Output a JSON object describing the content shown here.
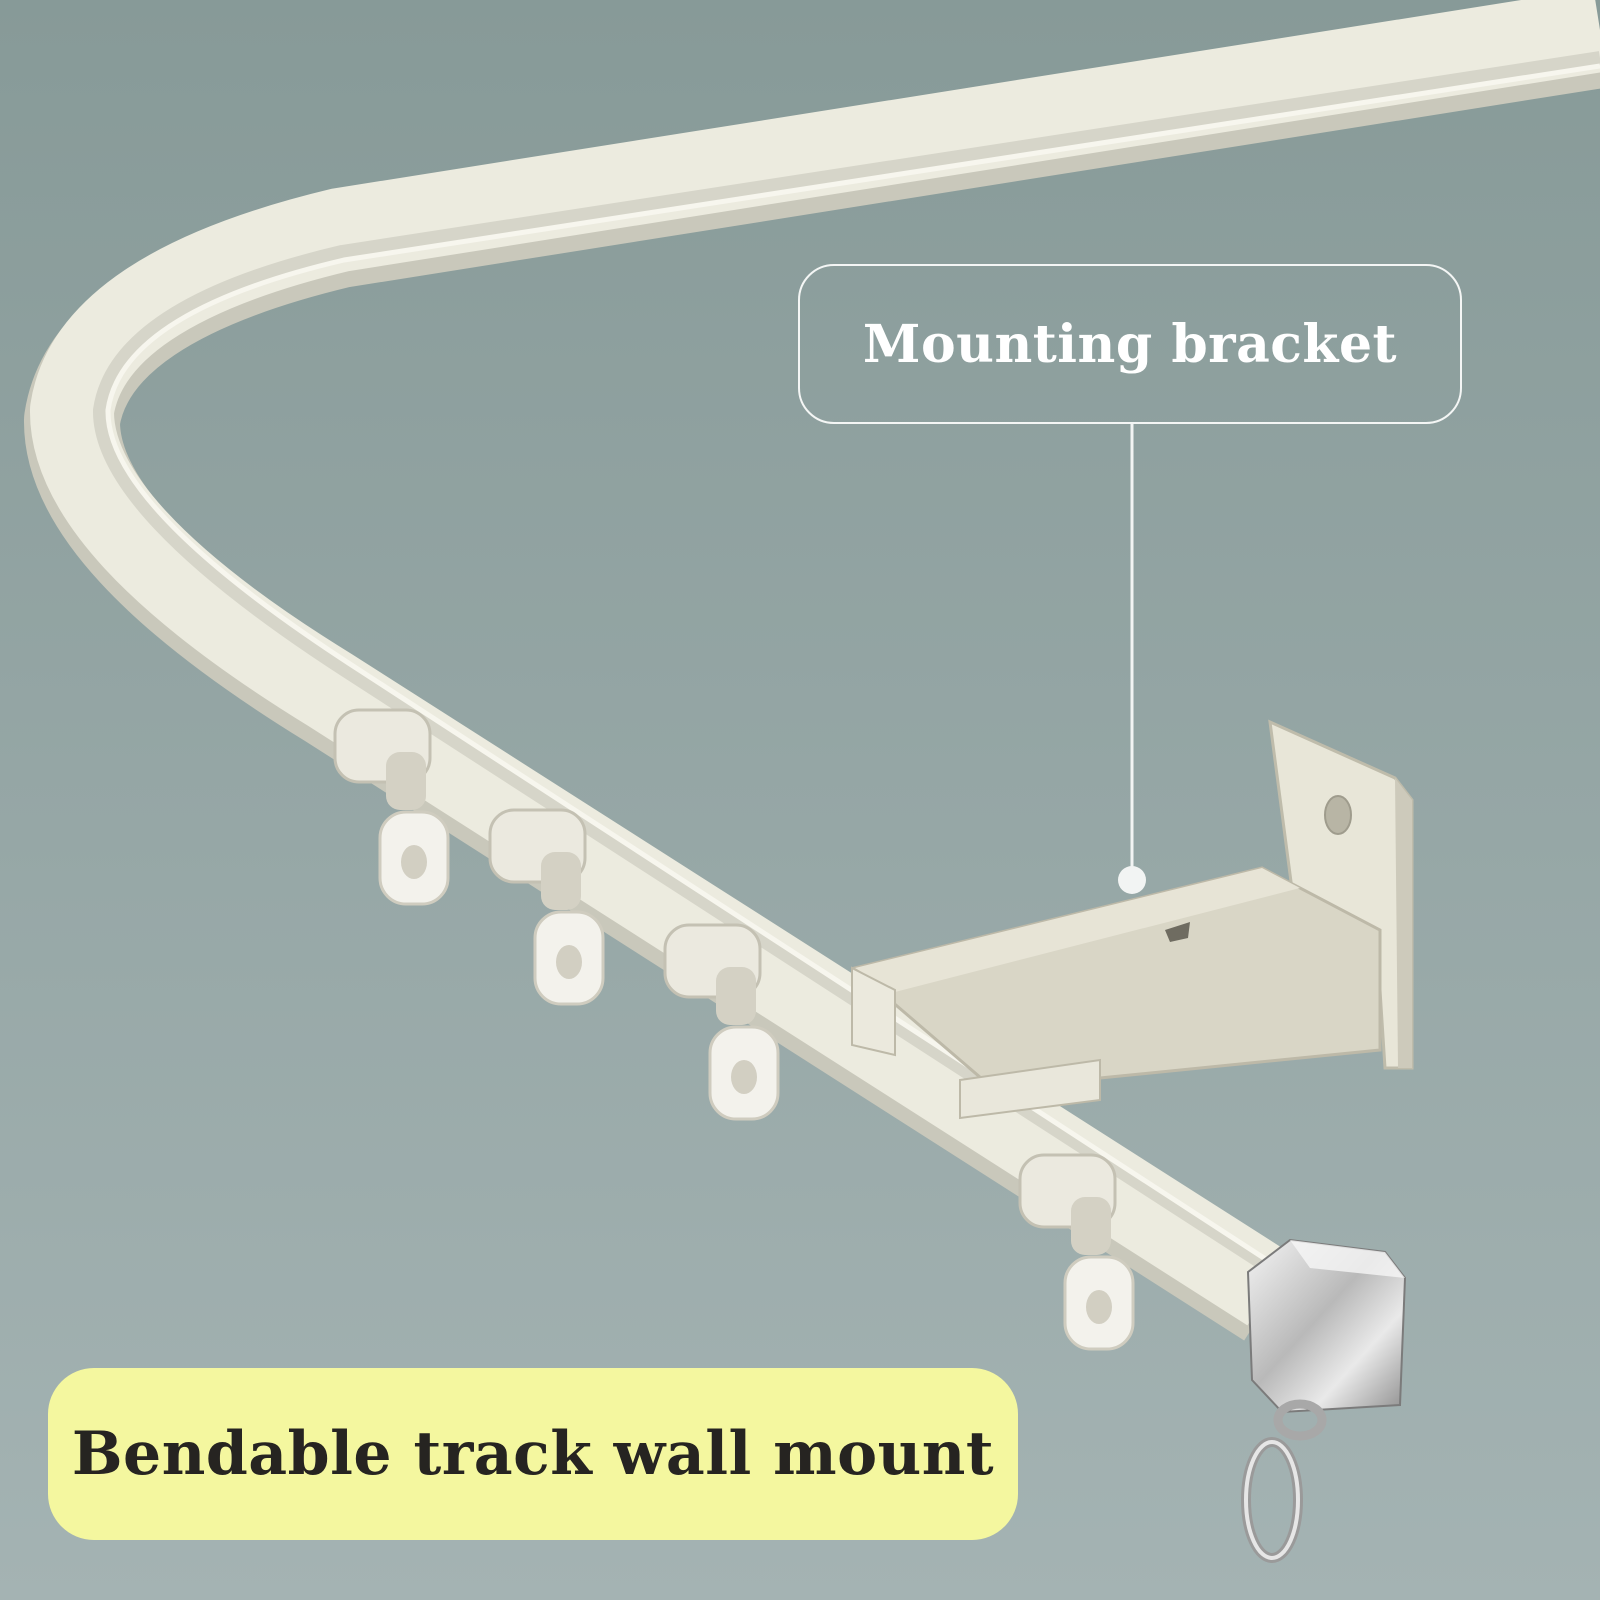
{
  "callout": {
    "label": "Mounting bracket"
  },
  "caption": {
    "label": "Bendable track wall mount"
  },
  "colors": {
    "background_top": "#879a98",
    "background_bottom": "#a4b3b3",
    "track": "#ecebdf",
    "track_shadow": "#c9c8bb",
    "bracket": "#e6e3d4",
    "bracket_shadow": "#bdb9a8",
    "caption_background": "#f4f79f",
    "callout_border": "#f4f6f5",
    "end_cap": "#c8c8c8"
  },
  "icons": {
    "track": "curtain-track",
    "bracket": "wall-bracket",
    "runner": "curtain-runner",
    "end_cap": "track-end-cap",
    "hook": "curtain-hook"
  }
}
